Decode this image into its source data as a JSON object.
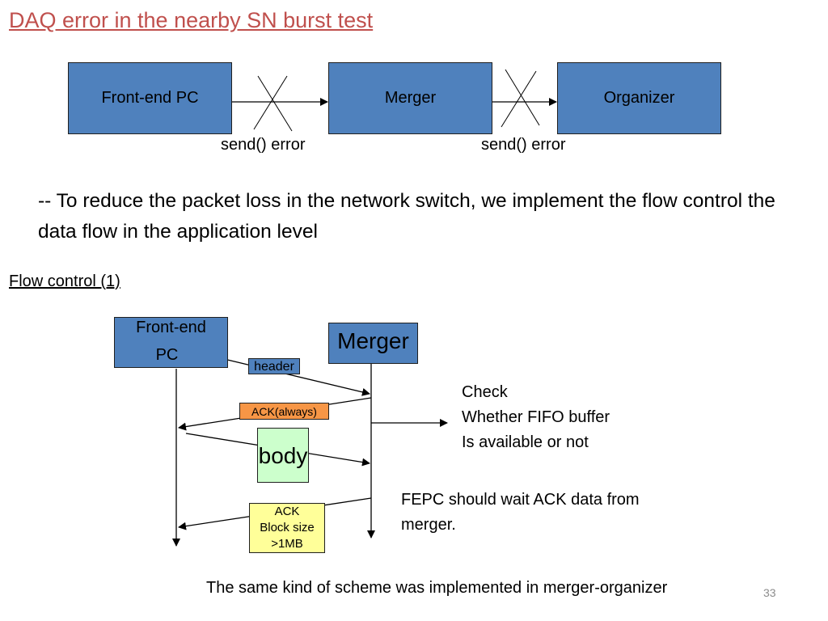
{
  "title": "DAQ error in the nearby SN burst test",
  "top_diagram": {
    "boxes": [
      "Front-end PC",
      "Merger",
      "Organizer"
    ],
    "errors": [
      "send() error",
      "send() error"
    ]
  },
  "bullet": "-- To reduce the packet loss in the network switch, we implement the flow control the data flow in the application level",
  "section_title": "Flow control (1)",
  "flow": {
    "fepc_line1": "Front-end",
    "fepc_line2": "PC",
    "merger": "Merger",
    "header": "header",
    "ack_always": "ACK(always)",
    "body": "body",
    "ack_block": [
      "ACK",
      "Block size",
      ">1MB"
    ],
    "check_lines": [
      "Check",
      "Whether FIFO buffer",
      "Is available or not"
    ],
    "wait_lines": [
      "FEPC should wait ACK data from",
      "merger."
    ]
  },
  "footer": "The same kind of scheme was implemented in merger-organizer",
  "page_number": "33",
  "colors": {
    "title": "#c0504d",
    "box_blue": "#4f81bd",
    "ack_orange": "#f79646",
    "body_green": "#ccffcc",
    "ack_yellow": "#ffff99"
  }
}
